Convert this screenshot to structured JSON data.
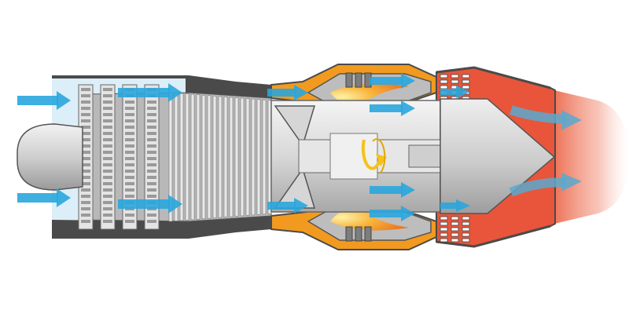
{
  "diagram": {
    "subject": "turbojet-engine-cross-section",
    "sections": [
      "intake",
      "compressor",
      "combustion-chamber",
      "turbine",
      "exhaust-nozzle"
    ],
    "flow_arrows": 14,
    "rotation_indicator": "shaft-rotation",
    "colors": {
      "casing": "#4a4a4a",
      "compressor_grey": "#b8b8b8",
      "blade_light": "#e4e4e4",
      "inlet_blue": "#dceef8",
      "airflow_blue": "#29a6dd",
      "combustion_orange": "#f29a1f",
      "flame_yellow": "#f8d34a",
      "exhaust_red": "#e8553a",
      "plume_pink": "#f4a08c",
      "rotation_yellow": "#f5c21b"
    }
  }
}
